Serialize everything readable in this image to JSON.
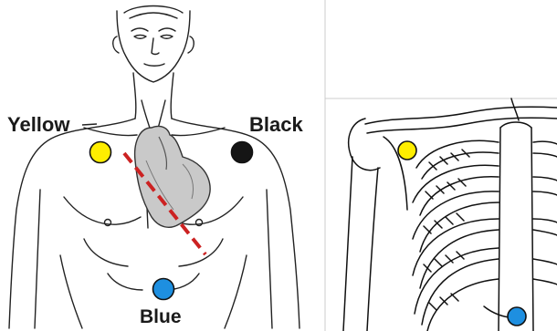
{
  "labels": {
    "yellow": "Yellow",
    "black": "Black",
    "blue": "Blue"
  },
  "electrodes": [
    {
      "name": "yellow",
      "color": "#ffee00"
    },
    {
      "name": "black",
      "color": "#151515"
    },
    {
      "name": "blue",
      "color": "#1e8fe0"
    }
  ],
  "icons": [
    "torso-outline-icon",
    "heart-icon",
    "skeleton-ribcage-icon"
  ],
  "colors": {
    "ecg_lead_line": "#cc2222",
    "outline": "#222222",
    "heart_fill": "#c9c9c9"
  }
}
